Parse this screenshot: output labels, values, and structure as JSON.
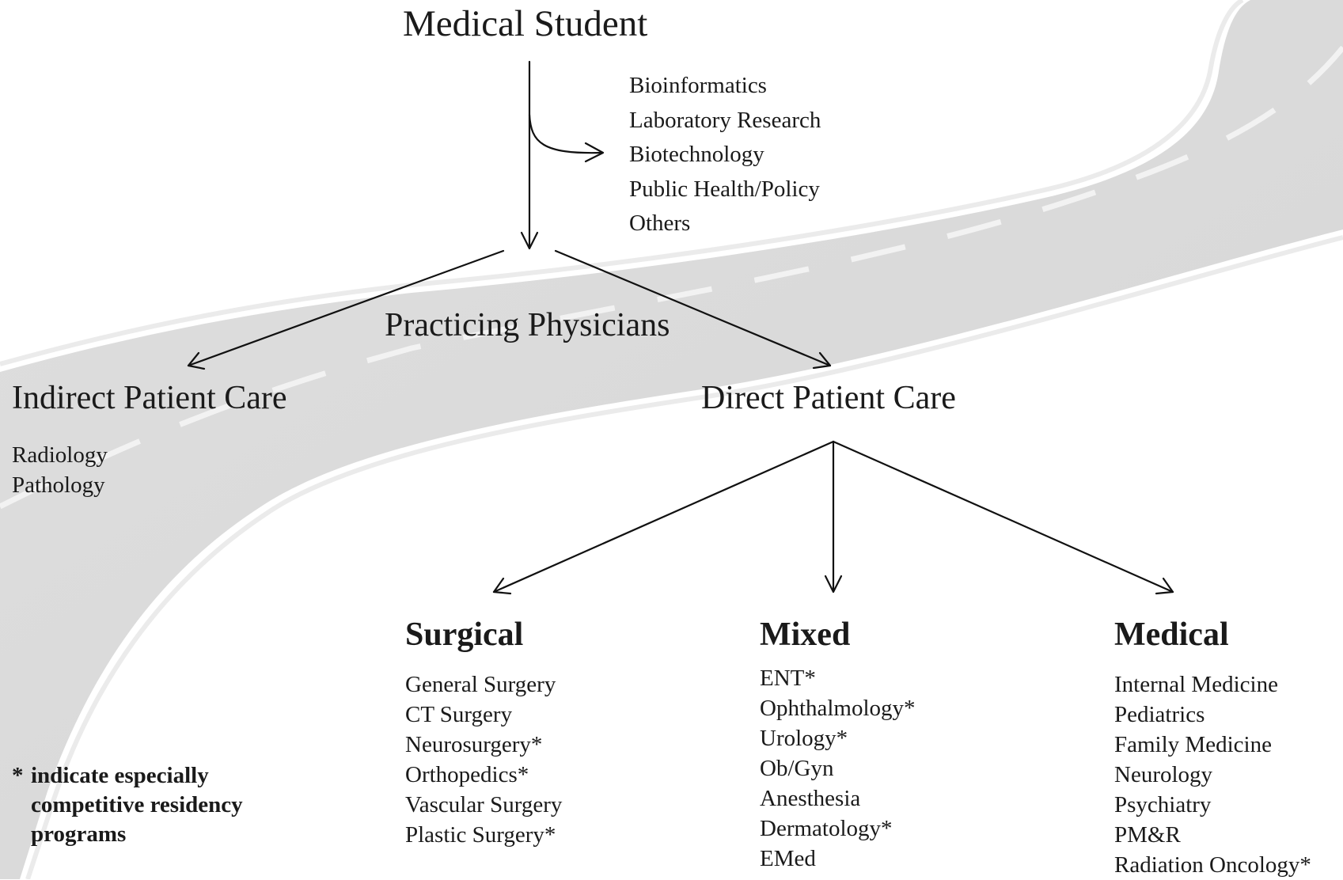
{
  "top": {
    "title": "Medical Student"
  },
  "nonclinical": {
    "items": [
      "Bioinformatics",
      "Laboratory Research",
      "Biotechnology",
      "Public Health/Policy",
      "Others"
    ]
  },
  "practicing": {
    "label": "Practicing Physicians"
  },
  "indirect": {
    "title": "Indirect Patient Care",
    "items": [
      "Radiology",
      "Pathology"
    ]
  },
  "direct": {
    "title": "Direct Patient Care"
  },
  "surgical": {
    "title": "Surgical",
    "items": [
      "General Surgery",
      "CT Surgery",
      "Neurosurgery*",
      "Orthopedics*",
      "Vascular Surgery",
      "Plastic Surgery*"
    ]
  },
  "mixed": {
    "title": "Mixed",
    "items": [
      "ENT*",
      "Ophthalmology*",
      "Urology*",
      "Ob/Gyn",
      "Anesthesia",
      "Dermatology*",
      "EMed"
    ]
  },
  "medical": {
    "title": "Medical",
    "items": [
      "Internal Medicine",
      "Pediatrics",
      "Family Medicine",
      "Neurology",
      "Psychiatry",
      "PM&R",
      "Radiation Oncology*"
    ]
  },
  "footnote": {
    "star": "*",
    "lines": [
      "indicate especially",
      "competitive residency",
      "programs"
    ]
  },
  "colors": {
    "road": "#b9b9b9",
    "road_dark": "#aaaaaa",
    "lane": "#f2f2f2",
    "arrow": "#111111"
  }
}
